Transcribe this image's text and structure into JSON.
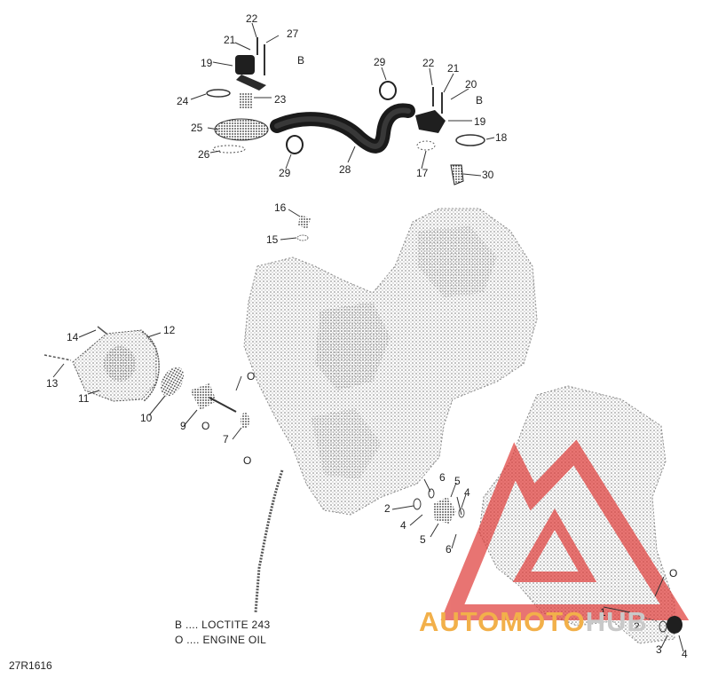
{
  "legend": {
    "line_b": "B .... LOCTITE 243",
    "line_o": "O .... ENGINE OIL"
  },
  "reference_code": "27R1616",
  "watermark": {
    "part1": "AUTOMOTO",
    "part2": "HUB",
    "color_primary": "#f2b04a",
    "color_secondary": "#c9c9c9",
    "logo_color": "#e0403c"
  },
  "callouts": {
    "c22a": "22",
    "c27": "27",
    "c21a": "21",
    "c19a": "19",
    "c_b1": "B",
    "c24": "24",
    "c23": "23",
    "c25": "25",
    "c26": "26",
    "c29a": "29",
    "c29b": "29",
    "c28": "28",
    "c22b": "22",
    "c21b": "21",
    "c20": "20",
    "c_b2": "B",
    "c19b": "19",
    "c18": "18",
    "c17": "17",
    "c30": "30",
    "c16": "16",
    "c15": "15",
    "c14": "14",
    "c12": "12",
    "c13": "13",
    "c11": "11",
    "c10": "10",
    "c9": "9",
    "c_o1": "O",
    "c_o2": "O",
    "c7": "7",
    "c_o3": "O",
    "c6a": "6",
    "c5a": "5",
    "c4a": "4",
    "c2a": "2",
    "c4b": "4",
    "c5b": "5",
    "c6b": "6",
    "c_o4": "O",
    "c1": "1",
    "c2b": "2",
    "c3": "3",
    "c4c": "4"
  }
}
